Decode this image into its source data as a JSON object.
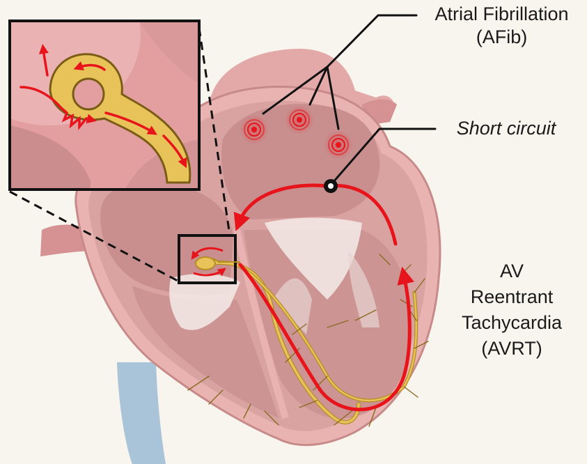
{
  "labels": {
    "afib_line1": "Atrial Fibrillation",
    "afib_line2": "(AFib)",
    "short_circuit": "Short circuit",
    "avrt_line1": "AV",
    "avrt_line2": "Reentrant",
    "avrt_line3": "Tachycardia",
    "avrt_line4": "(AVRT)"
  },
  "colors": {
    "background": "#f8f5ee",
    "heart_outer": "#e8b3b0",
    "heart_inner": "#c9898a",
    "chamber": "#d69a9b",
    "valve": "#f3ecea",
    "conduction": "#e8c35a",
    "arrow_red": "#e8141b",
    "leader": "#111111"
  },
  "icons": {
    "afib_focus": "concentric-red-target-icon",
    "short_circuit_point": "ring-node-icon"
  }
}
